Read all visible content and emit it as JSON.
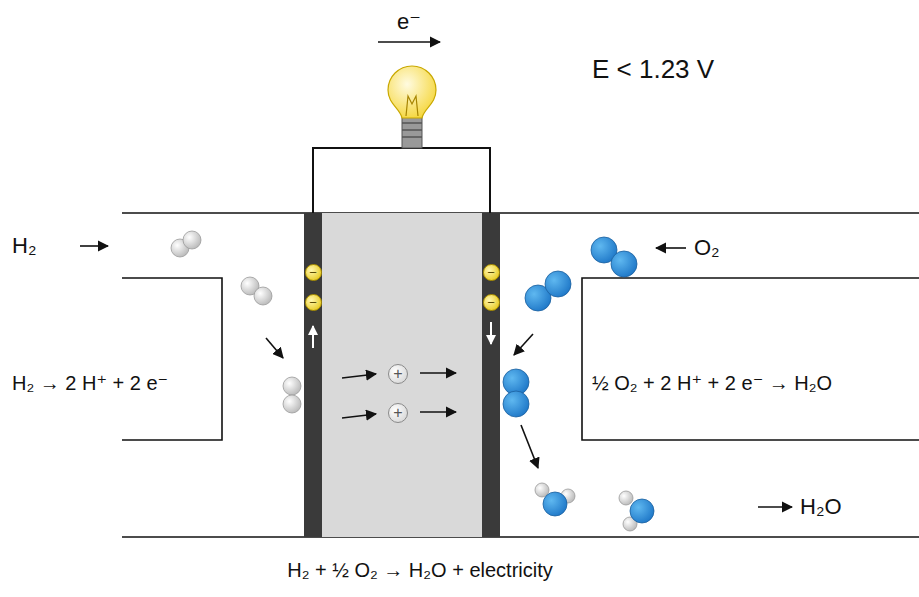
{
  "diagram": {
    "caption": "H₂ + ½ O₂ → H₂O + electricity",
    "nodes": [
      {
        "text": [
          "−"
        ]
      },
      {
        "text": [
          "−"
        ]
      },
      {
        "text": [
          "−"
        ]
      },
      {
        "text": [
          "−"
        ]
      },
      {
        "text": [
          "+"
        ]
      },
      {
        "text": [
          "+"
        ]
      }
    ],
    "labels": [
      "e⁻",
      "E < 1.23 V",
      "H₂",
      "O₂",
      "H₂ → 2 H⁺ + 2 e⁻",
      "½ O₂ + 2 H⁺ + 2 e⁻ → H₂O",
      "H₂O"
    ]
  }
}
